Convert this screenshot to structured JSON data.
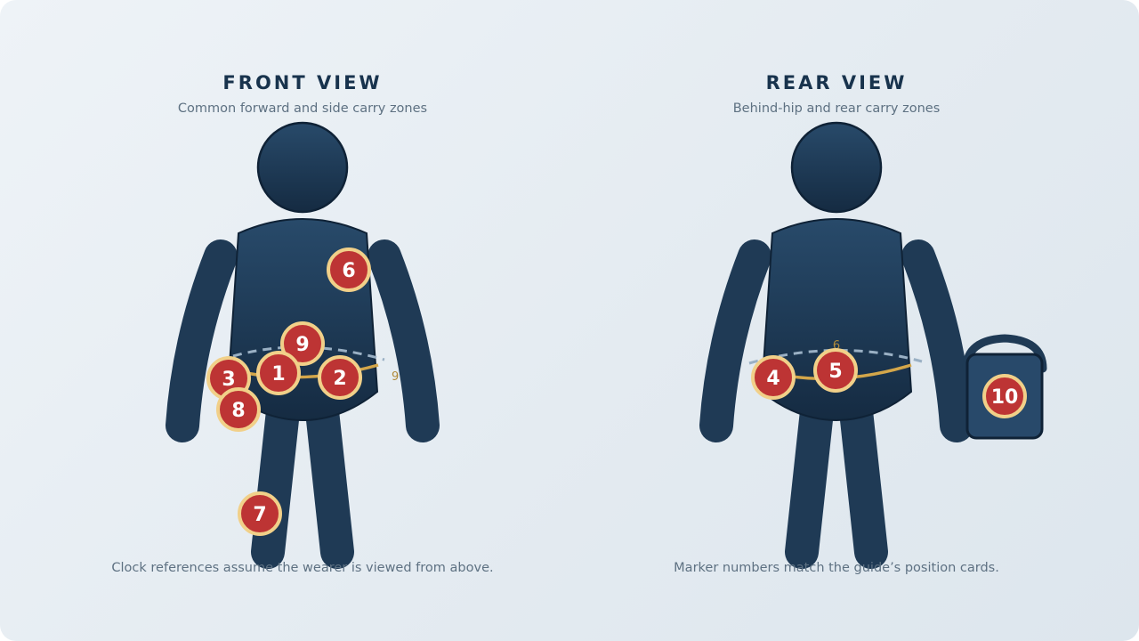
{
  "front": {
    "title": "FRONT VIEW",
    "subtitle": "Common forward and side carry zones",
    "footnote": "Clock references assume the wearer is viewed from above.",
    "clock_labels": [
      "9"
    ],
    "markers": [
      "6",
      "9",
      "3",
      "1",
      "2",
      "8",
      "7"
    ]
  },
  "rear": {
    "title": "REAR VIEW",
    "subtitle": "Behind-hip and rear carry zones",
    "footnote": "Marker numbers match the guide’s position cards.",
    "clock_labels": [
      "6"
    ],
    "markers": [
      "4",
      "5",
      "10"
    ]
  },
  "colors": {
    "figure": "#1f3a55",
    "marker_fill": "#bd3434",
    "marker_ring": "#f1d089",
    "belt": "#d3a64a",
    "waist_dash": "#9ab0c4",
    "title": "#18334d",
    "text": "#5e7182"
  },
  "icons": {
    "bag": "bag-icon"
  }
}
